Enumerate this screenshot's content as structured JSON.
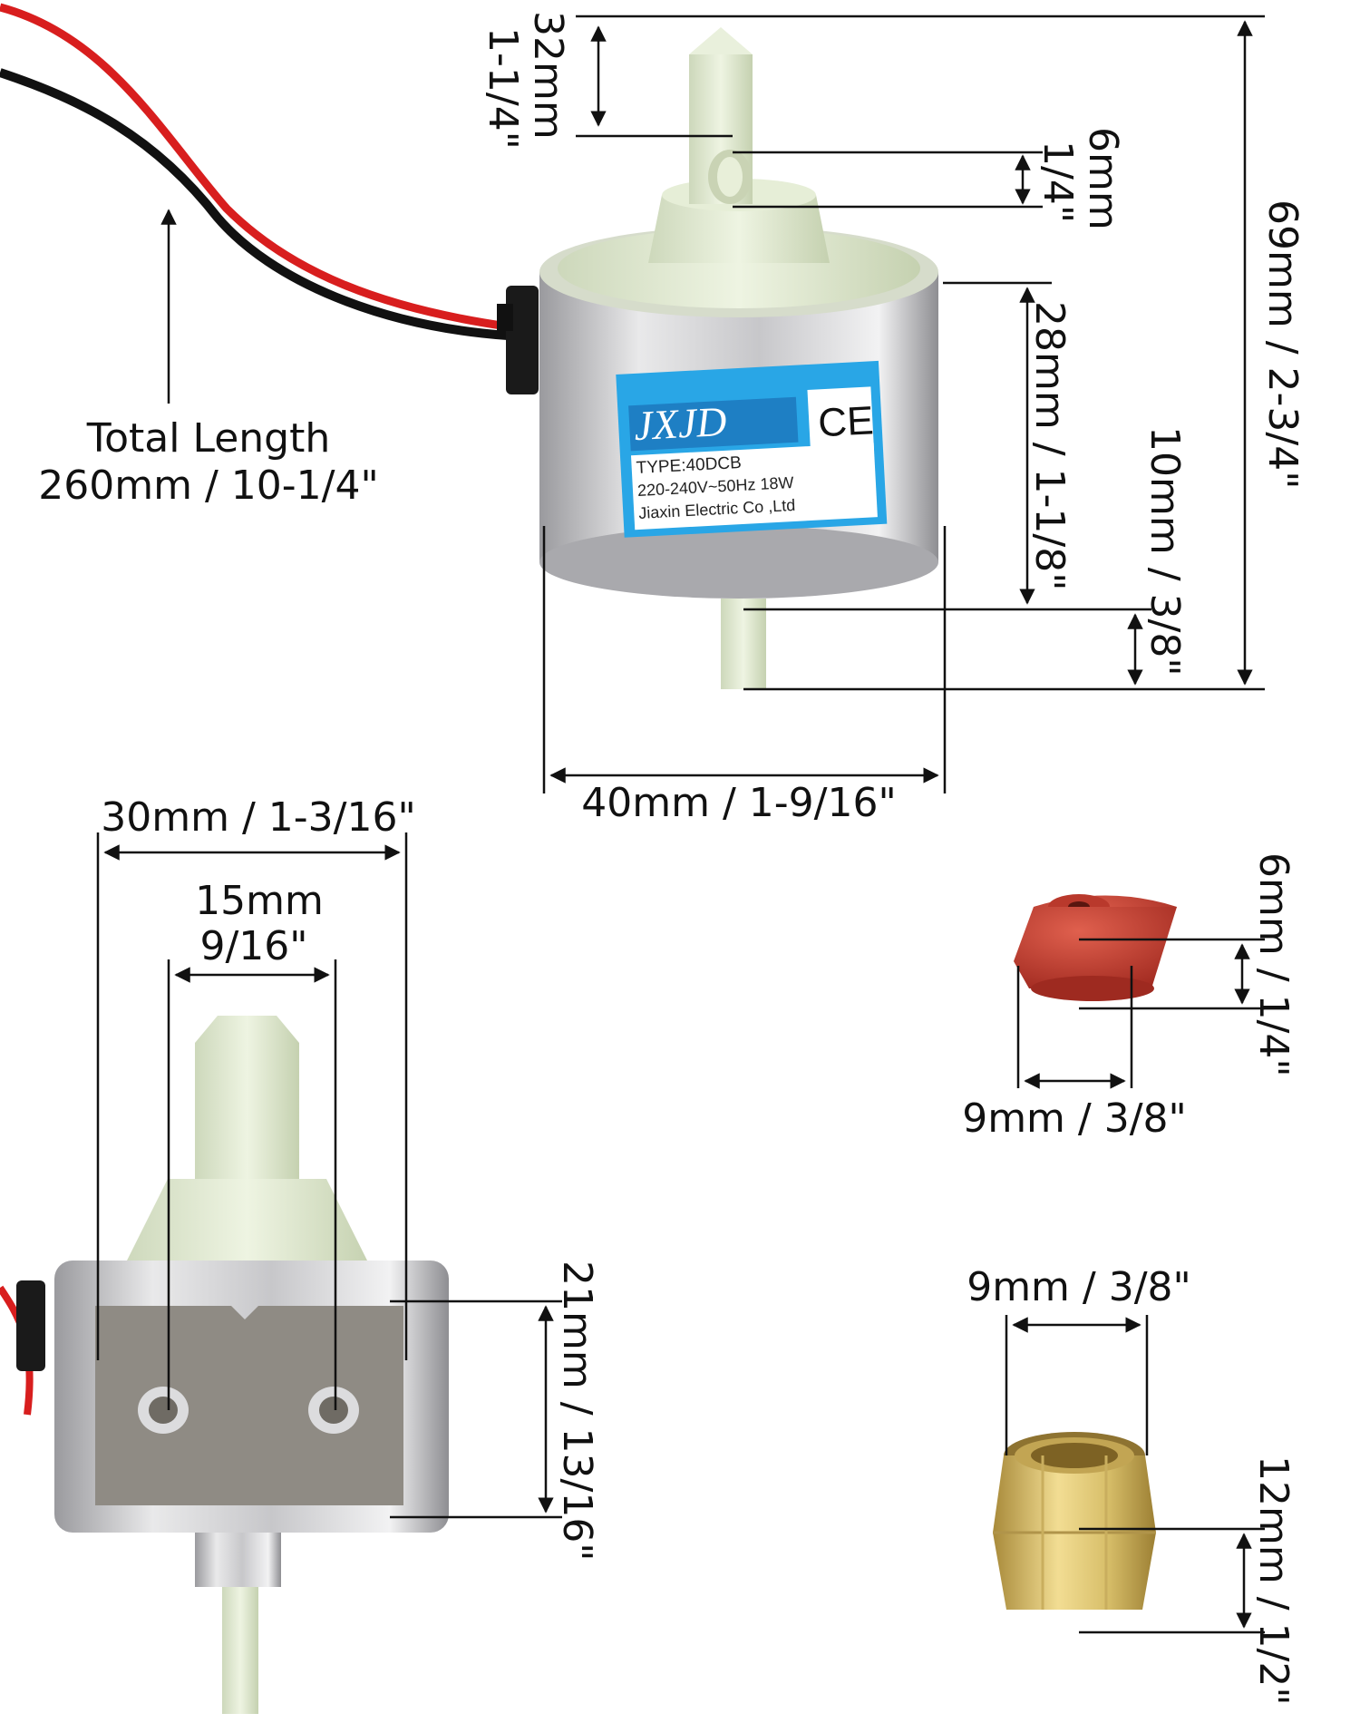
{
  "colors": {
    "wire_red": "#d81e1e",
    "wire_black": "#111111",
    "plastic": "#e4edd4",
    "metal": "#cfcfd1",
    "label_blue": "#29a6e6",
    "rubber_red": "#c4382c",
    "brass": "#d8bf6a"
  },
  "pump_label": {
    "brand": "JXJD",
    "ce": "CE",
    "type": "TYPE:40DCB",
    "rating": "220-240V~50Hz 18W",
    "maker": "Jiaxin Electric Co ,Ltd"
  },
  "dimensions": {
    "total_length_1": "Total Length",
    "total_length_2": "260mm / 10-1/4\"",
    "outlet_height_mm": "32mm",
    "outlet_height_in": "1-1/4\"",
    "outlet_dia_mm": "6mm",
    "outlet_dia_in": "1/4\"",
    "overall_height": "69mm / 2-3/4\"",
    "body_height": "28mm / 1-1/8\"",
    "inlet_length": "10mm / 3/8\"",
    "body_width": "40mm / 1-9/16\"",
    "bracket_width": "30mm / 1-3/16\"",
    "hole_spacing_mm": "15mm",
    "hole_spacing_in": "9/16\"",
    "bracket_height": "21mm / 13/16\"",
    "seal_height": "6mm / 1/4\"",
    "seal_width": "9mm / 3/8\"",
    "nut_width": "9mm / 3/8\"",
    "nut_height": "12mm / 1/2\""
  }
}
